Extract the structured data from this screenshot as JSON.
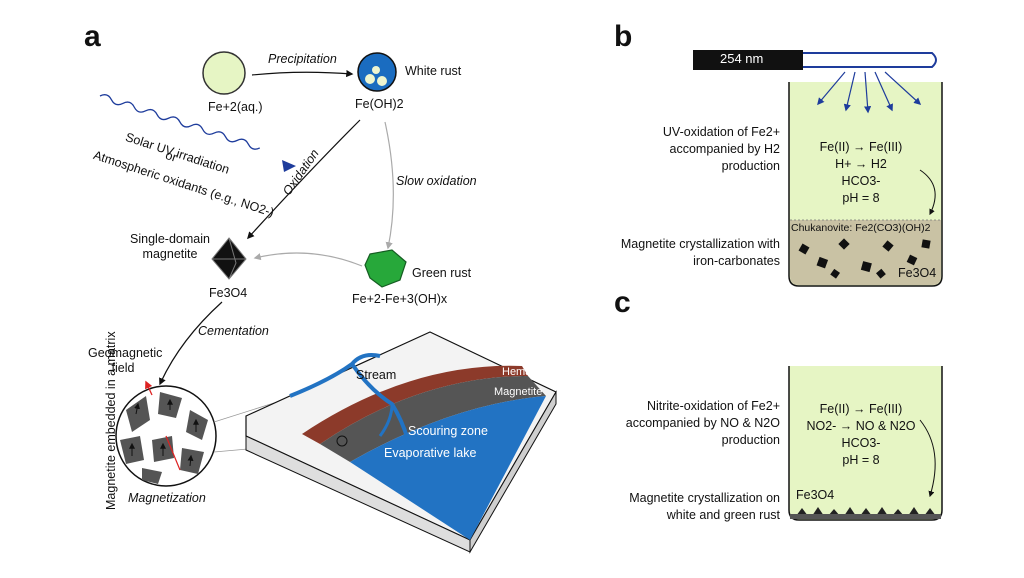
{
  "panels": {
    "a": "a",
    "b": "b",
    "c": "c"
  },
  "species": {
    "fe2": "Fe+2(aq.)",
    "white_rust": "White rust",
    "fe_oh2": "Fe(OH)2",
    "magnetite_title": "Single-domain magnetite",
    "fe3o4": "Fe3O4",
    "green_rust": "Green rust",
    "green_rust_formula": "Fe+2-Fe+3(OH)x"
  },
  "processes": {
    "precipitation": "Precipitation",
    "oxidation": "Oxidation",
    "slow_oxidation": "Slow oxidation",
    "cementation": "Cementation",
    "uv_line1": "Solar UV irradiation",
    "uv_or": "or",
    "uv_line3": "Atmospheric oxidants (e.g., NO2-)"
  },
  "matrix": {
    "geomagnetic_field": "Geomagnetic field",
    "embedded": "Magnetite embedded in a matrix",
    "magnetization": "Magnetization"
  },
  "landscape": {
    "stream": "Stream",
    "hematite": "Hematite",
    "magnetite": "Magnetite",
    "scouring": "Scouring zone",
    "lake": "Evaporative lake"
  },
  "panel_b": {
    "lamp": "254 nm",
    "desc": "UV-oxidation of Fe2+ accompanied by H2 production",
    "reactions": [
      "Fe(II) → Fe(III)",
      "H+ → H2",
      "HCO3-",
      "pH = 8"
    ],
    "chukanovite": "Chukanovite: Fe2(CO3)(OH)2",
    "crystallization": "Magnetite crystallization with iron-carbonates",
    "fe3o4": "Fe3O4"
  },
  "panel_c": {
    "desc": "Nitrite-oxidation of Fe2+ accompanied by NO & N2O production",
    "reactions": [
      "Fe(II) → Fe(III)",
      "NO2- → NO & N2O",
      "HCO3-",
      "pH = 8"
    ],
    "crystallization": "Magnetite crystallization on white and green rust",
    "fe3o4": "Fe3O4"
  },
  "colors": {
    "light_green": "#e6f5c4",
    "white_rust_blue": "#1a6cc0",
    "green_rust": "#27a83a",
    "lake_blue": "#2273c3",
    "hematite": "#8c3a2a",
    "magnetite_grey": "#5a5a5a",
    "sediment": "#c9c2a4",
    "arrow_blue": "#1e3c9c"
  }
}
